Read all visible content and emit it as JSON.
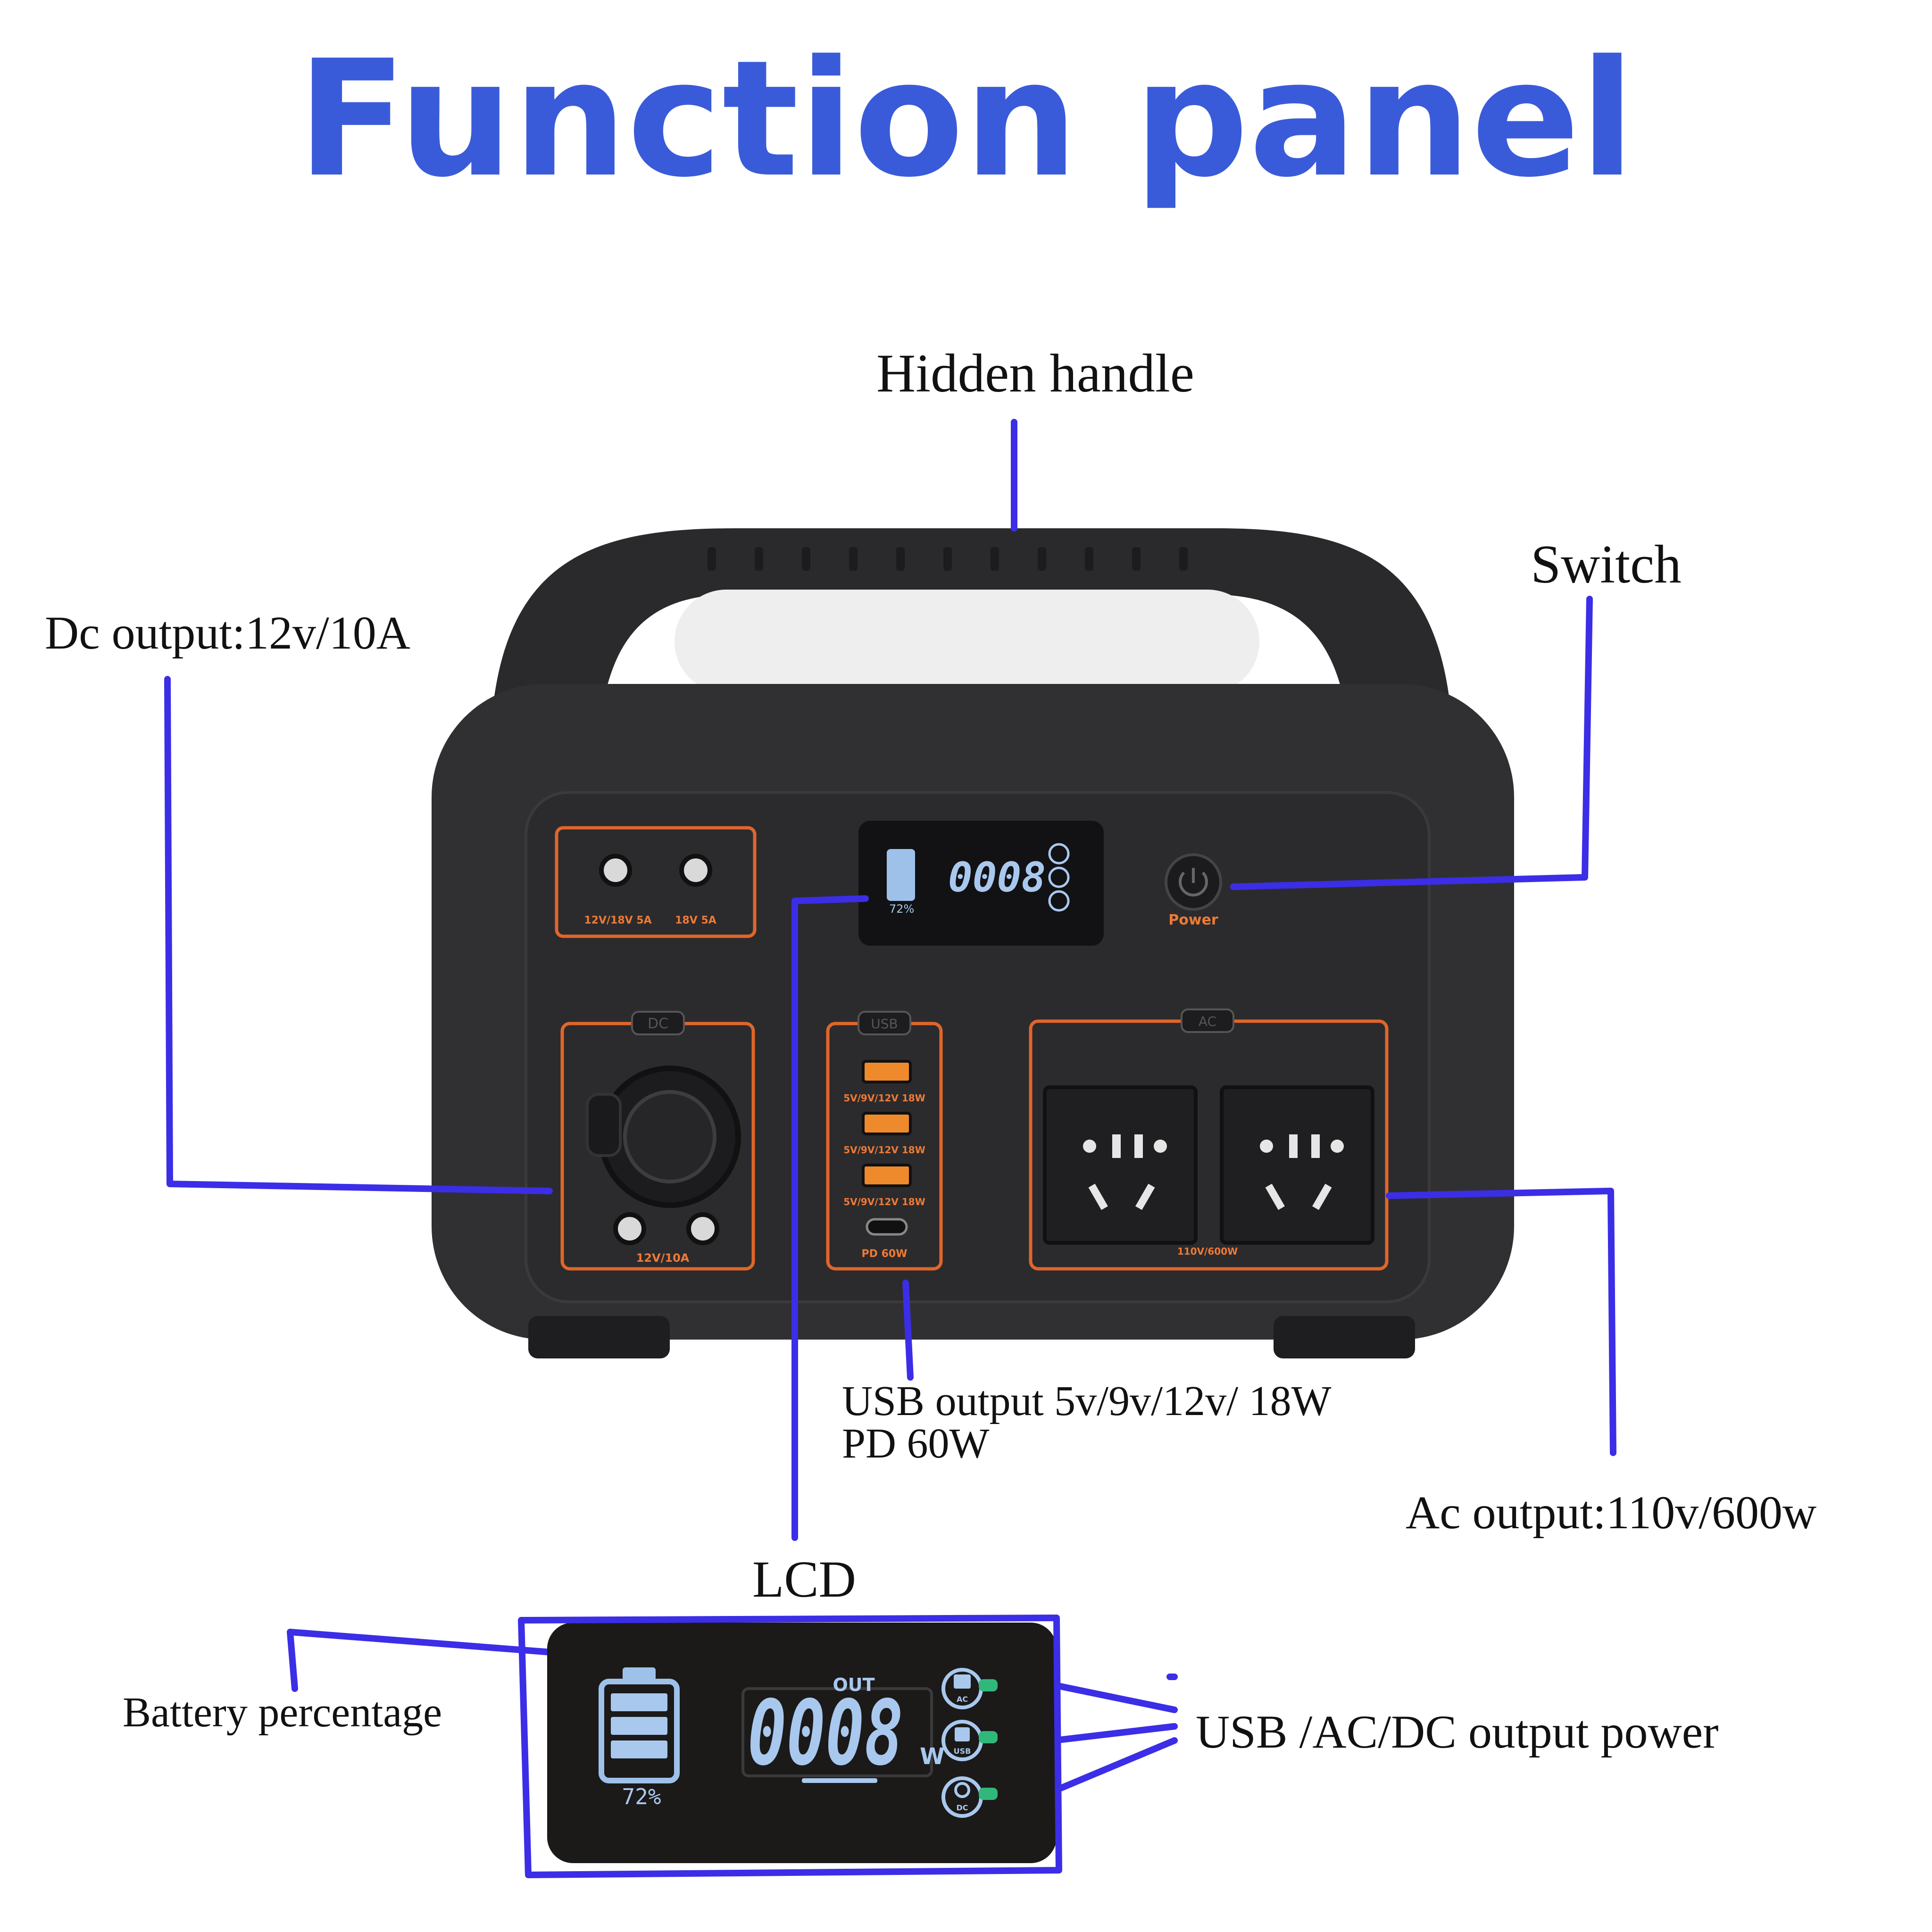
{
  "title": "Function panel",
  "colors": {
    "title": "#3a5bd9",
    "leader": "#3b2ee6",
    "panel_accent": "#e0662a",
    "body": "#2f2f31",
    "lcd_segments": "#a9c8ee"
  },
  "callouts": {
    "hidden_handle": "Hidden handle",
    "switch": "Switch",
    "dc_output": "Dc output:12v/10A",
    "usb_output_line1": "USB output 5v/9v/12v/ 18W",
    "usb_output_line2": "PD 60W",
    "ac_output": "Ac output:110v/600w",
    "lcd": "LCD",
    "battery_percentage": "Battery percentage",
    "output_power": "USB /AC/DC output power"
  },
  "device": {
    "top_left_port_labels": [
      "12V/18V 5A",
      "18V 5A"
    ],
    "dc_tag": "DC",
    "dc_label": "12V/10A",
    "usb_tag": "USB",
    "usb_port_labels": [
      "5V/9V/12V  18W",
      "5V/9V/12V  18W",
      "5V/9V/12V  18W"
    ],
    "pd_label": "PD 60W",
    "ac_tag": "AC",
    "ac_label": "110V/600W",
    "power_label": "Power"
  },
  "lcd": {
    "out_label": "OUT",
    "reading": "0008",
    "unit": "W",
    "battery_percent": "72%",
    "indicators": [
      "AC",
      "USB",
      "DC"
    ]
  },
  "icons": [
    "battery-icon",
    "power-icon",
    "ac-outlet-icon",
    "usb-icon",
    "dc-icon"
  ]
}
